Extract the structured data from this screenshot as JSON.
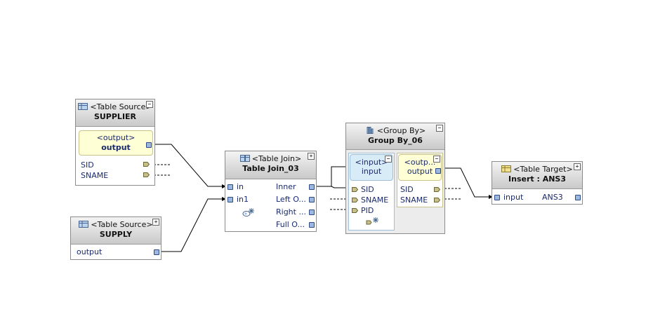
{
  "nodes": {
    "supplier": {
      "type": "<Table Source>",
      "name": "SUPPLIER",
      "toggle": "−",
      "output_box": {
        "label": "<output>",
        "name": "output"
      },
      "columns": [
        "SID",
        "SNAME"
      ]
    },
    "supply": {
      "type": "<Table Source>",
      "name": "SUPPLY",
      "toggle": "+",
      "port": "output"
    },
    "join": {
      "type": "<Table Join>",
      "name": "Table Join_03",
      "toggle": "+",
      "inputs": [
        "in",
        "in1"
      ],
      "outputs": [
        "Inner",
        "Left O...",
        "Right ...",
        "Full O..."
      ]
    },
    "groupby": {
      "type": "<Group By>",
      "name": "Group By_06",
      "toggle": "−",
      "input_box": {
        "label": "<input>",
        "name": "input",
        "toggle": "−",
        "columns": [
          "SID",
          "SNAME",
          "PID"
        ]
      },
      "output_box": {
        "label": "<outp...",
        "name": "output",
        "toggle": "−",
        "columns": [
          "SID",
          "SNAME"
        ]
      }
    },
    "target": {
      "type": "<Table Target>",
      "name": "Insert : ANS3",
      "toggle": "+",
      "port": "input",
      "value": "ANS3"
    }
  },
  "colors": {
    "port_fill": "#9db8dc",
    "wire": "#000000",
    "header_top": "#f4f4f4",
    "header_bottom": "#c9c9c9",
    "output_box": "#ffffd6",
    "input_box": "#d8ecf8"
  },
  "icons": [
    "table-source-icon",
    "table-join-icon",
    "group-by-icon",
    "table-target-icon",
    "add-condition-icon"
  ]
}
